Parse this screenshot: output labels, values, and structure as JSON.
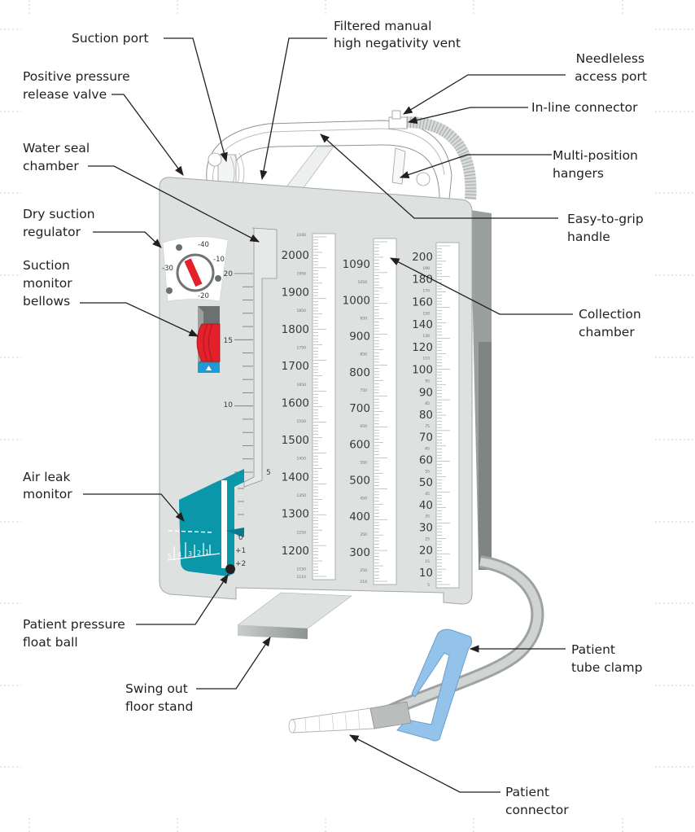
{
  "title": "Chest drainage unit diagram",
  "colors": {
    "body": "#dde2e0",
    "body_shadow": "#9aa09e",
    "air_leak_teal": "#0a97a9",
    "bellows_red": "#e4202a",
    "bellows_blue": "#1e9ad6",
    "clamp_blue": "#93c3ea",
    "text": "#231f20"
  },
  "labels": {
    "suction_port": [
      "Suction port"
    ],
    "filtered_vent": [
      "Filtered manual",
      "high negativity vent"
    ],
    "positive_pressure_valve": [
      "Positive pressure",
      "release valve"
    ],
    "water_seal_chamber": [
      "Water seal",
      "chamber"
    ],
    "dry_suction_regulator": [
      "Dry suction",
      "regulator"
    ],
    "suction_monitor_bellows": [
      "Suction",
      "monitor",
      "bellows"
    ],
    "air_leak_monitor": [
      "Air leak",
      "monitor"
    ],
    "patient_pressure_float_ball": [
      "Patient pressure",
      "float ball"
    ],
    "swing_out_floor_stand": [
      "Swing out",
      "floor stand"
    ],
    "needleless_access_port": [
      "Needleless",
      "access port"
    ],
    "in_line_connector": [
      "In-line connector"
    ],
    "multi_position_hangers": [
      "Multi-position",
      "hangers"
    ],
    "easy_grip_handle": [
      "Easy-to-grip",
      "handle"
    ],
    "collection_chamber": [
      "Collection",
      "chamber"
    ],
    "patient_tube_clamp": [
      "Patient",
      "tube clamp"
    ],
    "patient_connector": [
      "Patient",
      "connector"
    ]
  },
  "dial": {
    "settings": [
      "-40",
      "-10",
      "-20",
      "-30"
    ]
  },
  "water_seal_scale": {
    "major": [
      "20",
      "15",
      "10",
      "5"
    ],
    "float": [
      "0",
      "+1",
      "+2"
    ]
  },
  "air_leak_scale": [
    "5",
    "4",
    "3",
    "2",
    "1"
  ],
  "collection_columns": [
    {
      "top_small": "2100",
      "major": [
        "2000",
        "1900",
        "1800",
        "1700",
        "1600",
        "1500",
        "1400",
        "1300",
        "1200"
      ],
      "minor": [
        "1950",
        "1850",
        "1750",
        "1650",
        "1550",
        "1450",
        "1350",
        "1250",
        "1150"
      ],
      "bottom_small": "1110"
    },
    {
      "major": [
        "1090",
        "1000",
        "900",
        "800",
        "700",
        "600",
        "500",
        "400",
        "300"
      ],
      "minor": [
        "1050",
        "950",
        "850",
        "750",
        "650",
        "550",
        "450",
        "350",
        "250"
      ],
      "bottom_small": "210"
    },
    {
      "major": [
        "200",
        "180",
        "160",
        "140",
        "120",
        "100",
        "90",
        "80",
        "70",
        "60",
        "50",
        "40",
        "30",
        "20",
        "10"
      ],
      "minor": [
        "190",
        "170",
        "150",
        "130",
        "110",
        "95",
        "85",
        "75",
        "65",
        "55",
        "45",
        "35",
        "25",
        "15"
      ],
      "bottom_small": "5"
    }
  ]
}
